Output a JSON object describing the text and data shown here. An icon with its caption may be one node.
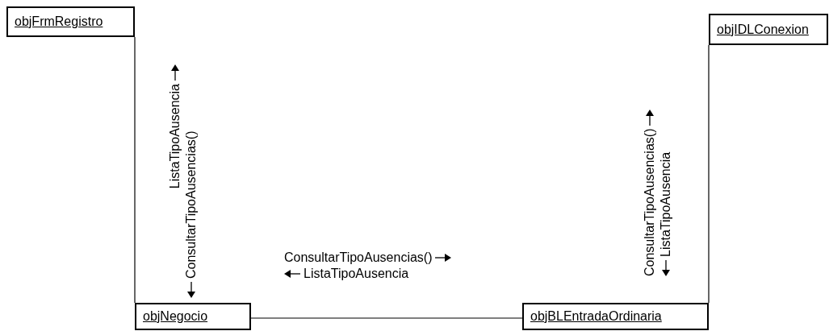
{
  "diagram": {
    "nodes": [
      {
        "text": [
          "objFrmRegistro"
        ]
      },
      {
        "text": [
          "objIDLConexion"
        ]
      },
      {
        "text": [
          "objNegocio"
        ]
      },
      {
        "text": [
          "objBLEntradaOrdinaria"
        ]
      }
    ],
    "edges": [
      {
        "from": 0,
        "to": 2,
        "arrow": "none"
      },
      {
        "from": 2,
        "to": 3,
        "arrow": "none"
      },
      {
        "from": 1,
        "to": 3,
        "arrow": "none"
      }
    ],
    "labels": [
      "ListaTipoAusencia",
      "ConsultarTipoAusencias()",
      "ConsultarTipoAusencias()",
      "ListaTipoAusencia",
      "ConsultarTipoAusencias()",
      "ListaTipoAusencia"
    ]
  }
}
